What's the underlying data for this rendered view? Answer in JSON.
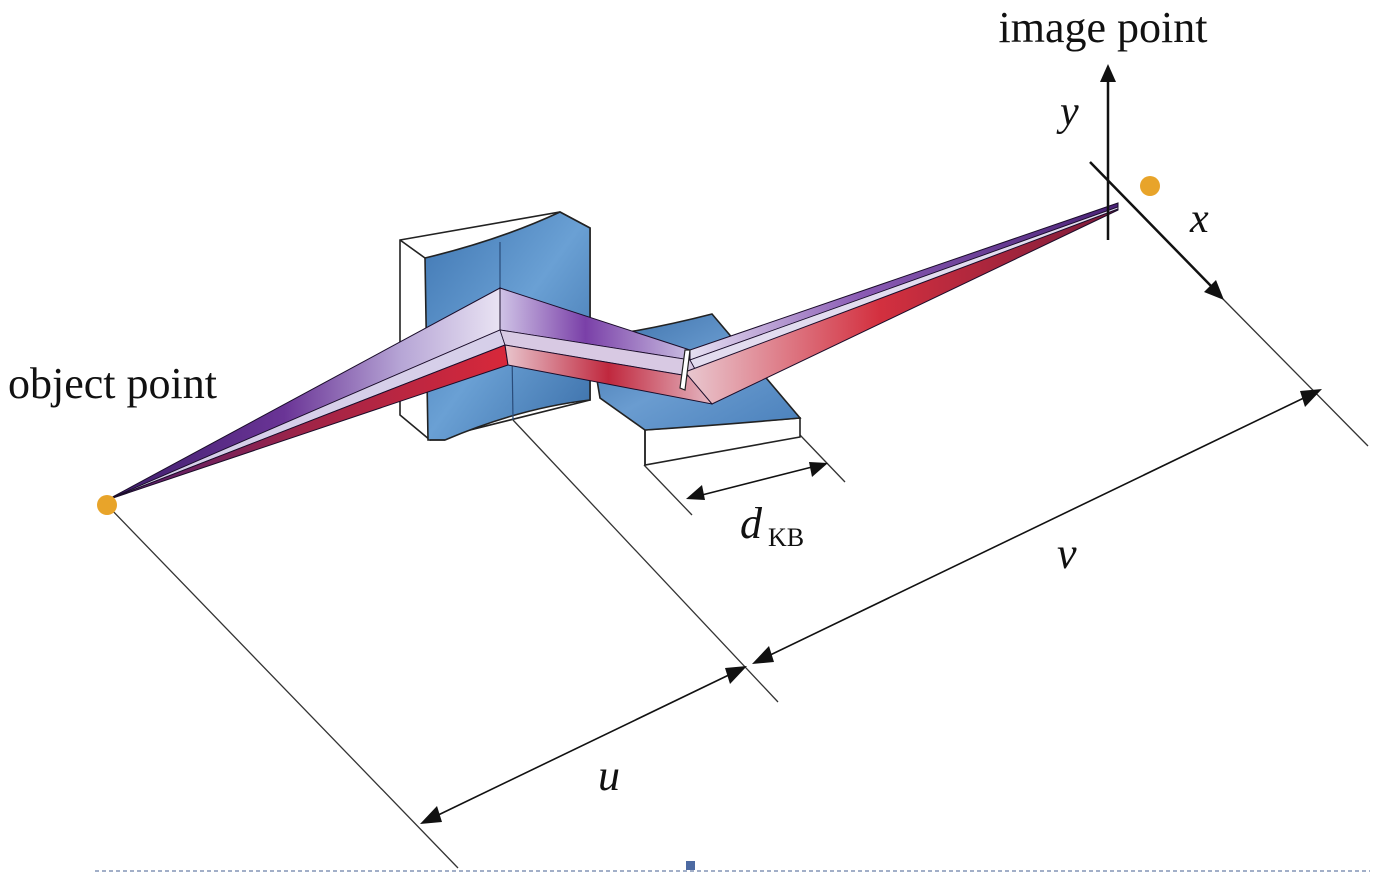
{
  "labels": {
    "image_point": "image point",
    "object_point": "object point",
    "axis_x": "x",
    "axis_y": "y",
    "dist_u": "u",
    "dist_v": "v",
    "dist_d_main": "d",
    "dist_d_sub": "KB"
  },
  "colors": {
    "point": "#e8a42a",
    "mirror_face": "#4f86bf",
    "mirror_face_dark": "#3a6ea8",
    "beam_purple": "#6a3496",
    "beam_red": "#d8283a",
    "beam_light": "#ddd6ee",
    "guide_line": "#333333",
    "baseline": "#6b7fa6"
  }
}
